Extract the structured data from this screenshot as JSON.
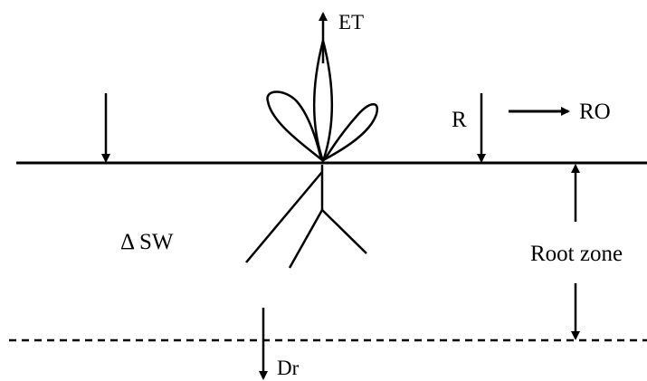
{
  "labels": {
    "evapotranspiration": "ET",
    "rainfall": "R",
    "runoff": "RO",
    "soil_water_change": "Δ SW",
    "root_zone": "Root zone",
    "drainage": "Dr"
  },
  "colors": {
    "ink": "#000000",
    "background": "#ffffff"
  }
}
